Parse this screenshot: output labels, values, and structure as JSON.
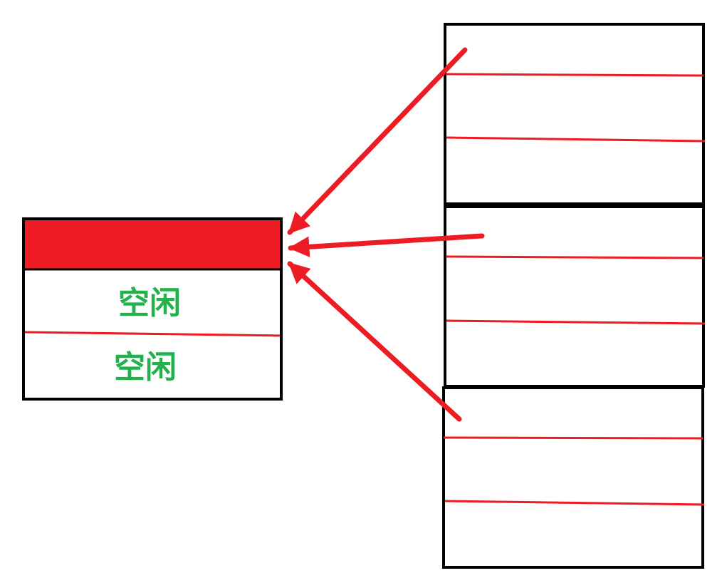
{
  "colors": {
    "background": "#ffffff",
    "border": "#000000",
    "accent_red": "#ed1c24",
    "free_text": "#22b14c"
  },
  "left_block": {
    "slots": [
      {
        "state": "occupied",
        "label": ""
      },
      {
        "state": "free",
        "label": "空闲"
      },
      {
        "state": "free",
        "label": "空闲"
      }
    ]
  },
  "right_blocks": [
    {
      "row_count": 3
    },
    {
      "row_count": 3
    },
    {
      "row_count": 3
    }
  ],
  "arrows": [
    {
      "from": "right-block-1",
      "to": "left-block-slot-1"
    },
    {
      "from": "right-block-2",
      "to": "left-block-slot-1"
    },
    {
      "from": "right-block-3",
      "to": "left-block-slot-1"
    }
  ]
}
